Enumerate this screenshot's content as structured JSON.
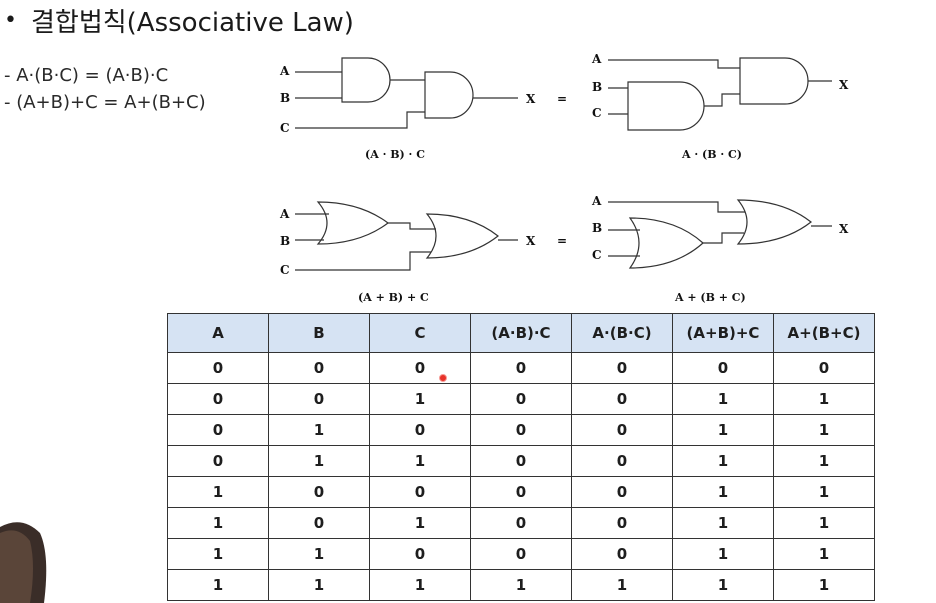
{
  "heading": {
    "bullet": "•",
    "title": "결합법칙(Associative Law)"
  },
  "rules": [
    "- A·(B·C) = (A·B)·C",
    "- (A+B)+C = A+(B+C)"
  ],
  "diagram": {
    "and_left_inputs": [
      "A",
      "B",
      "C"
    ],
    "and_right_inputs": [
      "A",
      "B",
      "C"
    ],
    "or_left_inputs": [
      "A",
      "B",
      "C"
    ],
    "or_right_inputs": [
      "A",
      "B",
      "C"
    ],
    "output_label": "X",
    "equals": "=",
    "and_left_caption": "(A · B) · C",
    "and_right_caption": "A · (B · C)",
    "or_left_caption": "(A + B) + C",
    "or_right_caption": "A + (B + C)"
  },
  "table": {
    "headers": [
      "A",
      "B",
      "C",
      "(A·B)·C",
      "A·(B·C)",
      "(A+B)+C",
      "A+(B+C)"
    ],
    "rows": [
      [
        "0",
        "0",
        "0",
        "0",
        "0",
        "0",
        "0"
      ],
      [
        "0",
        "0",
        "1",
        "0",
        "0",
        "1",
        "1"
      ],
      [
        "0",
        "1",
        "0",
        "0",
        "0",
        "1",
        "1"
      ],
      [
        "0",
        "1",
        "1",
        "0",
        "0",
        "1",
        "1"
      ],
      [
        "1",
        "0",
        "0",
        "0",
        "0",
        "1",
        "1"
      ],
      [
        "1",
        "0",
        "1",
        "0",
        "0",
        "1",
        "1"
      ],
      [
        "1",
        "1",
        "0",
        "0",
        "0",
        "1",
        "1"
      ],
      [
        "1",
        "1",
        "1",
        "1",
        "1",
        "1",
        "1"
      ]
    ]
  },
  "colors": {
    "header_bg": "#d6e3f3",
    "cursor": "#e8322a"
  }
}
